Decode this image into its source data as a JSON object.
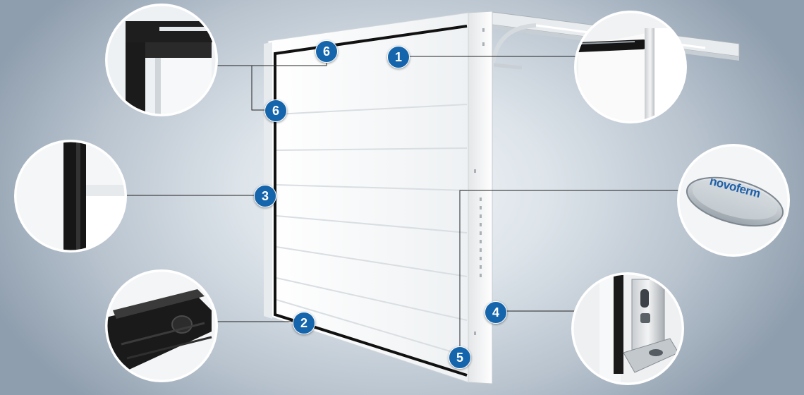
{
  "callouts": [
    {
      "id": "badge-1",
      "label": "1"
    },
    {
      "id": "badge-2",
      "label": "2"
    },
    {
      "id": "badge-3",
      "label": "3"
    },
    {
      "id": "badge-4",
      "label": "4"
    },
    {
      "id": "badge-5",
      "label": "5"
    },
    {
      "id": "badge-6a",
      "label": "6"
    },
    {
      "id": "badge-6b",
      "label": "6"
    }
  ],
  "logo": {
    "text": "novoferm"
  },
  "colors": {
    "badge": "#1565ac",
    "door": "#fbfbfb",
    "seal": "#111111",
    "background": "#b9c4cf"
  }
}
